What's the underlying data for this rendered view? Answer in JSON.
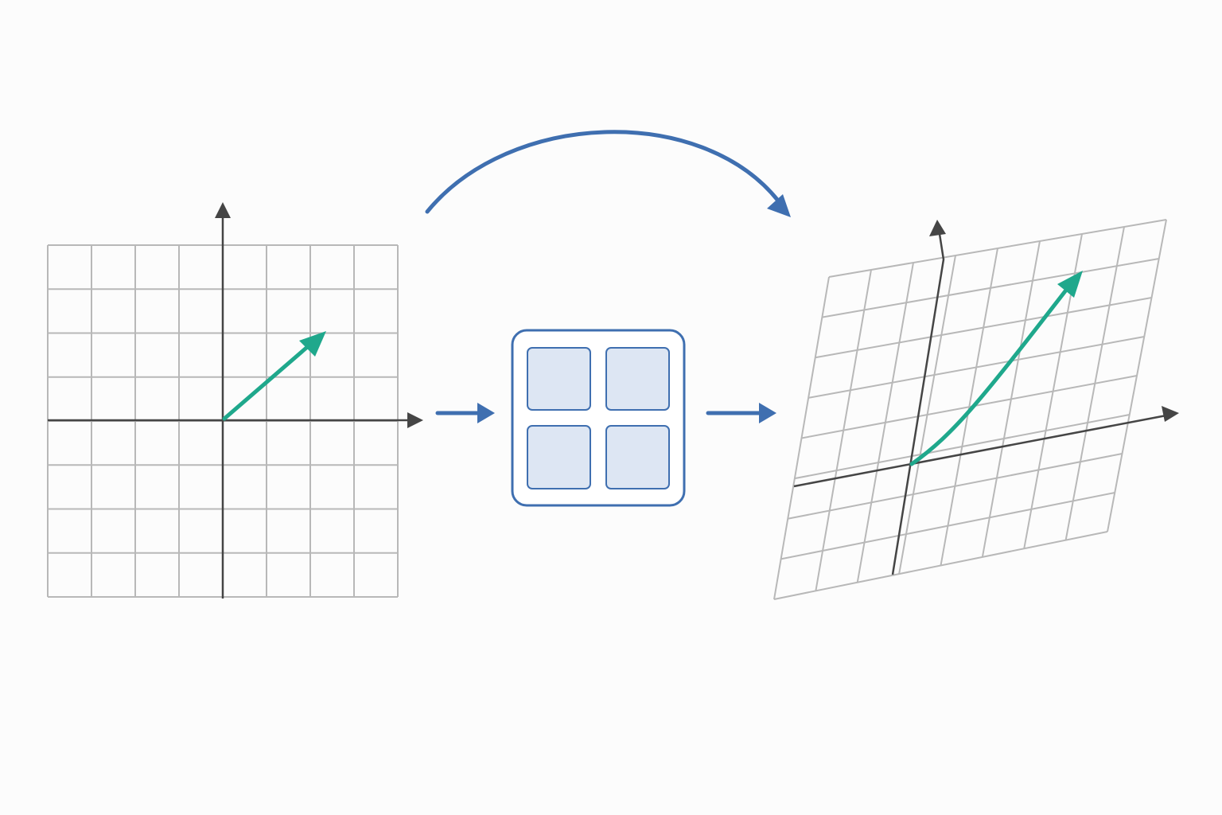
{
  "colors": {
    "background": "#fcfcfc",
    "grid": "#b8b8b8",
    "axis": "#454545",
    "vector": "#1fa88c",
    "flow": "#3f6fb0",
    "matrix_cell_fill": "#dde6f3",
    "matrix_border": "#3f6fb0"
  },
  "diagram": {
    "input_space": {
      "grid_cells": [
        8,
        8
      ],
      "axis_origin_cell": [
        4,
        4
      ],
      "vector": [
        2.3,
        2.0
      ],
      "vector_color": "vector"
    },
    "matrix": {
      "rows": 2,
      "cols": 2,
      "icon": "matrix-icon"
    },
    "output_space": {
      "grid_cells": [
        8,
        8
      ],
      "axis_origin_cell": [
        3,
        5
      ],
      "vector_color": "vector"
    },
    "flow_icons": [
      "right-arrow-icon",
      "right-arrow-icon",
      "curved-arrow-icon"
    ]
  }
}
